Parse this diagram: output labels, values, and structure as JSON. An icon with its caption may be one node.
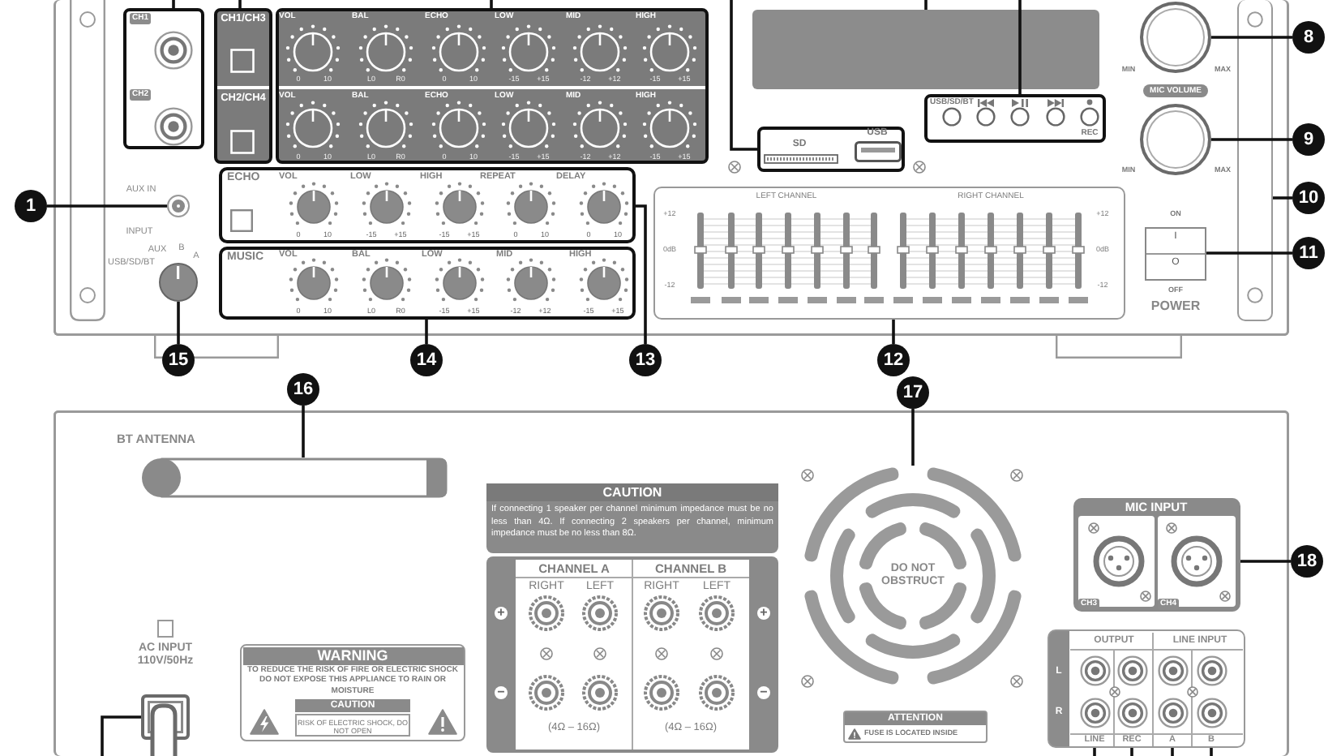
{
  "diagram": {
    "nodes": [
      {
        "text": [],
        "shape": "box"
      },
      {
        "text": [
          "CH1",
          "CH2"
        ],
        "in": 0
      },
      {
        "text": [
          "CH1/CH3",
          "CH2/CH4"
        ],
        "in": 0
      },
      {
        "text": [
          "VOL",
          "BAL",
          "ECHO",
          "LOW",
          "MID",
          "HIGH",
          "0",
          "10",
          "L0",
          "R0",
          "0",
          "10",
          "-15",
          "+15",
          "-12",
          "+12",
          "-15",
          "+15",
          "VOL",
          "BAL",
          "ECHO",
          "LOW",
          "MID",
          "HIGH",
          "0",
          "10",
          "L0",
          "R0",
          "0",
          "10",
          "-15",
          "+15",
          "-12",
          "+12",
          "-15",
          "+15"
        ],
        "in": 0
      },
      {
        "text": [],
        "shape": "box",
        "in": 0
      },
      {
        "text": [
          "SD",
          "USB"
        ],
        "in": 0
      },
      {
        "text": [
          "USB/SD/BT",
          "REC"
        ],
        "in": 0
      },
      {
        "text": [],
        "shape": "circle",
        "in": 0,
        "beside": [
          "MIN",
          "MAX"
        ]
      },
      {
        "text": [
          "8"
        ]
      },
      {
        "text": [
          "MIC VOLUME"
        ],
        "in": 0
      },
      {
        "text": [],
        "shape": "circle",
        "in": 0,
        "beside": [
          "MIN",
          "MAX"
        ]
      },
      {
        "text": [
          "9"
        ]
      },
      {
        "text": [],
        "shape": "bar",
        "in": 0
      },
      {
        "text": [
          "10"
        ]
      },
      {
        "text": [
          "I",
          "O"
        ],
        "in": 0,
        "beside": [
          "ON",
          "OFF",
          "POWER"
        ]
      },
      {
        "text": [
          "11"
        ]
      },
      {
        "text": [
          "1"
        ]
      },
      {
        "text": [],
        "shape": "circle",
        "in": 0,
        "beside": [
          "AUX IN"
        ]
      },
      {
        "text": [],
        "shape": "circle",
        "in": 0,
        "beside": [
          "INPUT",
          "AUX",
          "B",
          "A",
          "USB/SD/BT"
        ]
      },
      {
        "text": [
          "ECHO",
          "VOL",
          "LOW",
          "HIGH",
          "REPEAT",
          "DELAY",
          "0",
          "10",
          "-15",
          "+15",
          "-15",
          "+15",
          "0",
          "10",
          "0",
          "10"
        ],
        "in": 0
      },
      {
        "text": [
          "MUSIC",
          "VOL",
          "BAL",
          "LOW",
          "MID",
          "HIGH",
          "0",
          "10",
          "L0",
          "R0",
          "-15",
          "+15",
          "-12",
          "+12",
          "-15",
          "+15"
        ],
        "in": 0
      },
      {
        "text": [
          "LEFT CHANNEL",
          "RIGHT CHANNEL",
          "+12",
          "+12",
          "0dB",
          "0dB",
          "-12",
          "-12"
        ],
        "in": 0
      },
      {
        "text": [
          "15"
        ]
      },
      {
        "text": [
          "14"
        ]
      },
      {
        "text": [
          "13"
        ]
      },
      {
        "text": [
          "12"
        ]
      },
      {
        "text": [],
        "shape": "box"
      },
      {
        "text": [
          "16"
        ]
      },
      {
        "text": [],
        "shape": "bar",
        "in": 26,
        "beside": [
          "BT ANTENNA"
        ]
      },
      {
        "text": [
          "17"
        ]
      },
      {
        "text": [
          "DO NOT OBSTRUCT"
        ],
        "in": 26
      },
      {
        "text": [
          "CAUTION",
          "If connecting 1 speaker per channel minimum impedance must be no less than 4Ω. If connecting 2 speakers per channel, minimum impedance must be no less than 8Ω."
        ],
        "in": 26
      },
      {
        "text": [
          "CHANNEL A",
          "CHANNEL B",
          "RIGHT",
          "LEFT",
          "RIGHT",
          "LEFT",
          "+",
          "+",
          "−",
          "−",
          "(4Ω – 16Ω)",
          "(4Ω – 16Ω)"
        ],
        "in": 26
      },
      {
        "text": [
          "MIC INPUT",
          "CH3",
          "CH4"
        ],
        "in": 26
      },
      {
        "text": [
          "18"
        ]
      },
      {
        "text": [],
        "shape": "box",
        "in": 26,
        "beside": [
          "AC INPUT 110V/50Hz"
        ]
      },
      {
        "text": [
          "WARNING",
          "TO REDUCE THE RISK OF FIRE OR ELECTRIC SHOCK DO NOT EXPOSE THIS APPLIANCE TO RAIN OR MOISTURE",
          "CAUTION",
          "RISK OF ELECTRIC SHOCK, DO NOT OPEN"
        ],
        "in": 26
      },
      {
        "text": [
          "ATTENTION",
          "FUSE IS LOCATED INSIDE"
        ],
        "in": 26
      },
      {
        "text": [
          "OUTPUT",
          "LINE INPUT",
          "L",
          "R",
          "LINE",
          "REC",
          "A",
          "B"
        ],
        "in": 26
      }
    ],
    "edges": [
      {
        "from": 16,
        "to": 17,
        "arrow": "none"
      },
      {
        "from": 8,
        "to": 7,
        "arrow": "none"
      },
      {
        "from": 11,
        "to": 10,
        "arrow": "none"
      },
      {
        "from": 13,
        "to": 12,
        "arrow": "none"
      },
      {
        "from": 15,
        "to": 14,
        "arrow": "none"
      },
      {
        "from": 22,
        "to": 18,
        "arrow": "none"
      },
      {
        "from": 23,
        "to": 20,
        "arrow": "none"
      },
      {
        "from": 24,
        "to": 19,
        "arrow": "none"
      },
      {
        "from": 25,
        "to": 21,
        "arrow": "none"
      },
      {
        "from": 27,
        "to": 28,
        "arrow": "none"
      },
      {
        "from": 29,
        "to": 30,
        "arrow": "none"
      },
      {
        "from": 34,
        "to": 33,
        "arrow": "none"
      },
      {
        "from": null,
        "to": 1,
        "arrow": "none"
      },
      {
        "from": null,
        "to": 2,
        "arrow": "none"
      },
      {
        "from": null,
        "to": 3,
        "arrow": "none"
      },
      {
        "from": null,
        "to": 5,
        "arrow": "none"
      },
      {
        "from": null,
        "to": 4,
        "arrow": "none"
      },
      {
        "from": null,
        "to": 6,
        "arrow": "none"
      },
      {
        "from": null,
        "to": 35,
        "arrow": "none"
      },
      {
        "from": null,
        "to": 38,
        "arrow": "none"
      },
      {
        "from": null,
        "to": 38,
        "arrow": "none"
      },
      {
        "from": null,
        "to": 38,
        "arrow": "none"
      },
      {
        "from": null,
        "to": 38,
        "arrow": "none"
      }
    ]
  }
}
